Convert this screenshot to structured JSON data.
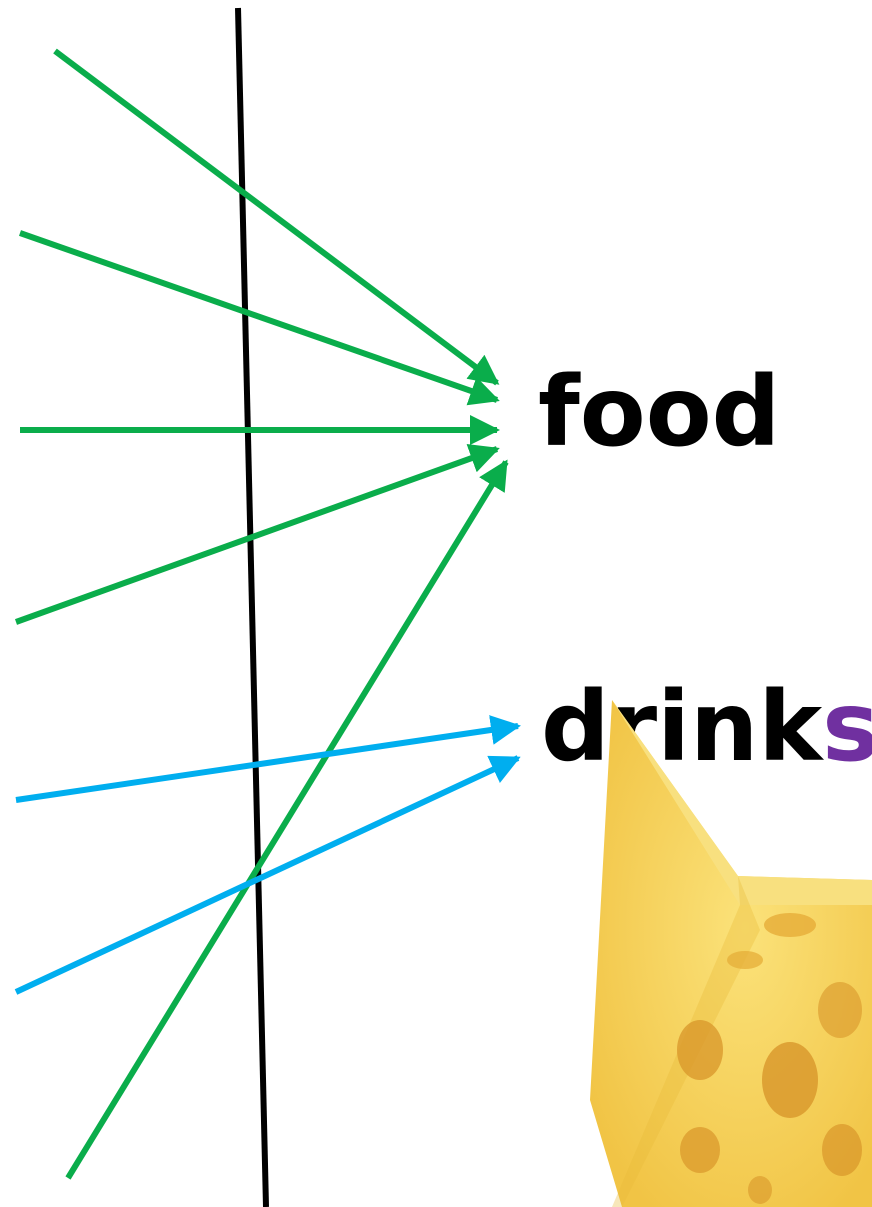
{
  "labels": {
    "food": "food",
    "drinks_stem": "drink",
    "drinks_suffix": "s"
  },
  "colors": {
    "food_arrows": "#0aad4b",
    "drinks_arrows": "#00aeef",
    "divider": "#000000",
    "suffix_highlight": "#7030a0",
    "cheese_body": "#f6d35a",
    "cheese_shadow": "#e8b93a",
    "cheese_hole": "#d8962a"
  },
  "arrow_groups": [
    {
      "target": "food",
      "color_key": "food_arrows",
      "count": 5
    },
    {
      "target": "drinks",
      "color_key": "drinks_arrows",
      "count": 2
    }
  ],
  "image": {
    "icon": "cheese-wedge-icon"
  }
}
